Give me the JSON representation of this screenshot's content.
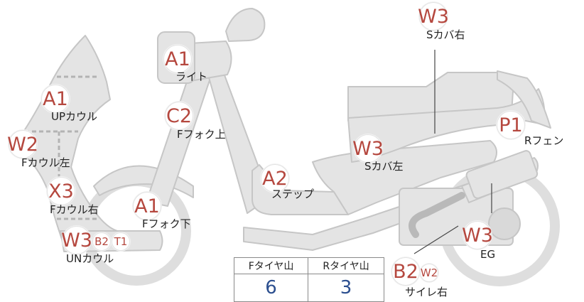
{
  "parts": [
    {
      "id": "light",
      "label": "ライト",
      "grades": [
        "A1"
      ]
    },
    {
      "id": "up-cowl",
      "label": "UPカウル",
      "grades": [
        "A1"
      ]
    },
    {
      "id": "f-fork-upper",
      "label": "Fフォク上",
      "grades": [
        "C2"
      ]
    },
    {
      "id": "f-cowl-left",
      "label": "Fカウル左",
      "grades": [
        "W2"
      ]
    },
    {
      "id": "f-cowl-right",
      "label": "Fカウル右",
      "grades": [
        "X3"
      ]
    },
    {
      "id": "f-fork-lower",
      "label": "Fフォク下",
      "grades": [
        "A1"
      ]
    },
    {
      "id": "un-cowl",
      "label": "UNカウル",
      "grades": [
        "W3",
        "B2",
        "T1"
      ]
    },
    {
      "id": "step",
      "label": "ステップ",
      "grades": [
        "A2"
      ]
    },
    {
      "id": "s-cover-left",
      "label": "Sカバ左",
      "grades": [
        "W3"
      ]
    },
    {
      "id": "s-cover-right",
      "label": "Sカバ右",
      "grades": [
        "W3"
      ]
    },
    {
      "id": "r-fender",
      "label": "Rフェン",
      "grades": [
        "P1"
      ]
    },
    {
      "id": "engine",
      "label": "EG",
      "grades": [
        "W3"
      ]
    },
    {
      "id": "muffler-right",
      "label": "サイレ右",
      "grades": [
        "B2",
        "W2"
      ]
    }
  ],
  "tire_tread": {
    "front_label": "Fタイヤ山",
    "rear_label": "Rタイヤ山",
    "front_value": "6",
    "rear_value": "3"
  },
  "colors": {
    "grade": "#b5483f",
    "tire_value": "#2c4f8f",
    "part_fill": "#e4e4e4",
    "part_stroke": "#c6c6c6"
  }
}
